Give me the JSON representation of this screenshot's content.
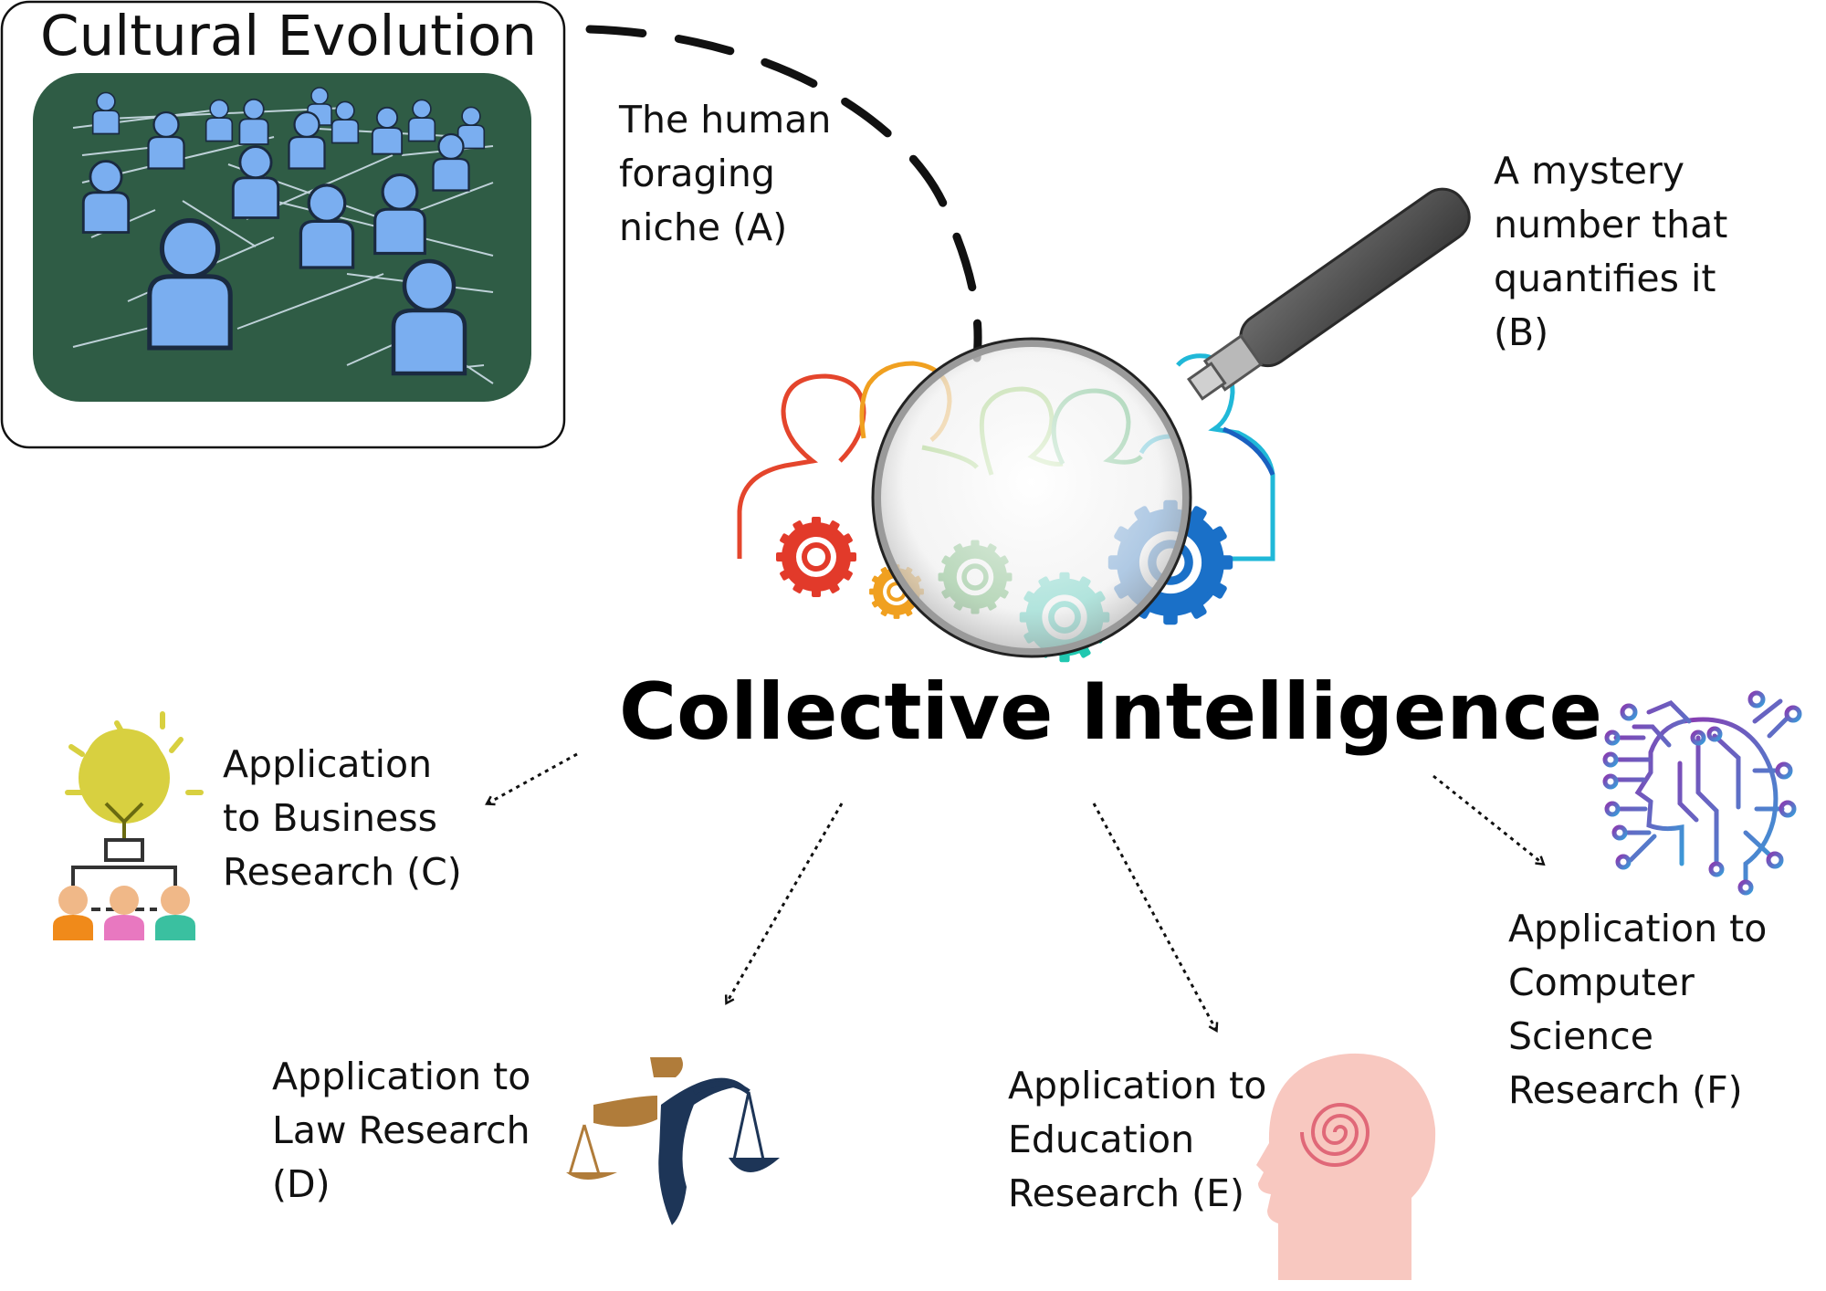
{
  "cultural_evolution": {
    "title": "Cultural Evolution"
  },
  "center": {
    "title": "Collective Intelligence"
  },
  "labels": {
    "a": "The human\nforaging\nniche (A)",
    "b": "A mystery\nnumber that\nquantifies it\n(B)",
    "c": "Application\nto Business\nResearch (C)",
    "d": "Application to\nLaw Research\n(D)",
    "e": "Application to\nEducation\nResearch (E)",
    "f": "Application to\nComputer\nScience\nResearch (F)"
  },
  "colors": {
    "board_green": "#2f5c45",
    "person_blue": "#7aaef0",
    "gear_red": "#e23a2a",
    "gear_orange": "#f0a020",
    "gear_green": "#3aa040",
    "gear_teal": "#20c8b0",
    "gear_blue": "#1a70c8",
    "lamp_yellow": "#d8d040",
    "law_navy": "#1d3557",
    "law_bronze": "#b07c3a",
    "head_pink": "#f8c8c0",
    "circuit_purple": "#8a3ab0",
    "circuit_blue": "#4a90d0"
  }
}
